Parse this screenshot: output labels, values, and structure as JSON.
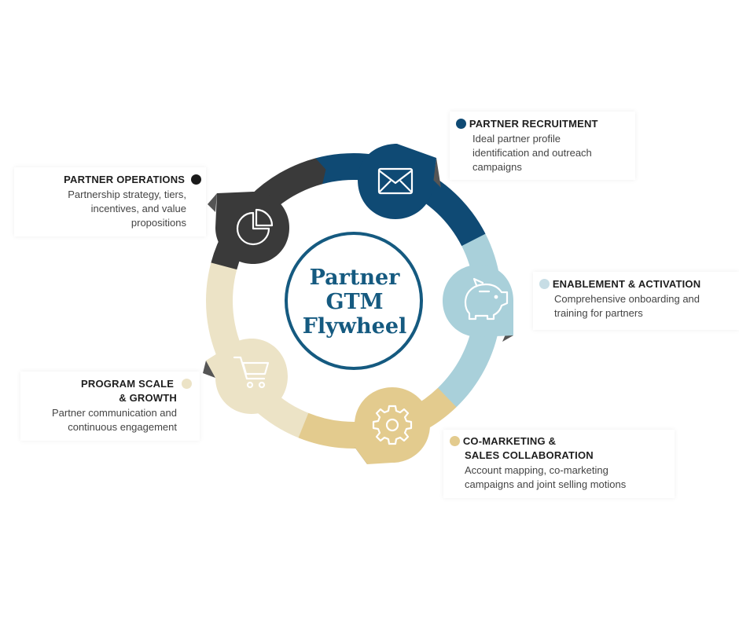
{
  "center": {
    "lines": [
      "Partner",
      "GTM",
      "Flywheel"
    ],
    "ring_color": "#155a80"
  },
  "steps": [
    {
      "key": "recruitment",
      "title_lines": [
        "PARTNER RECRUITMENT"
      ],
      "desc_lines": [
        "Ideal partner profile",
        "identification and outreach",
        "campaigns"
      ],
      "color": "#0f4a74",
      "icon": "envelope-icon"
    },
    {
      "key": "enablement",
      "title_lines": [
        "ENABLEMENT & ACTIVATION"
      ],
      "desc_lines": [
        "Comprehensive onboarding and",
        "training for partners"
      ],
      "color": "#a9d0da",
      "icon": "piggy-bank-icon"
    },
    {
      "key": "comarketing",
      "title_lines": [
        "CO-MARKETING &",
        "SALES COLLABORATION"
      ],
      "desc_lines": [
        "Account mapping, co-marketing",
        "campaigns and joint selling motions"
      ],
      "color": "#e3cb8e",
      "icon": "gear-icon"
    },
    {
      "key": "scale",
      "title_lines": [
        "PROGRAM SCALE",
        "& GROWTH"
      ],
      "desc_lines": [
        "Partner communication and",
        "continuous engagement"
      ],
      "color": "#ece3c6",
      "icon": "shopping-cart-icon"
    },
    {
      "key": "operations",
      "title_lines": [
        "PARTNER OPERATIONS"
      ],
      "desc_lines": [
        "Partnership strategy, tiers,",
        "incentives, and value",
        "propositions"
      ],
      "color": "#3a3a3a",
      "icon": "pie-chart-icon"
    }
  ]
}
